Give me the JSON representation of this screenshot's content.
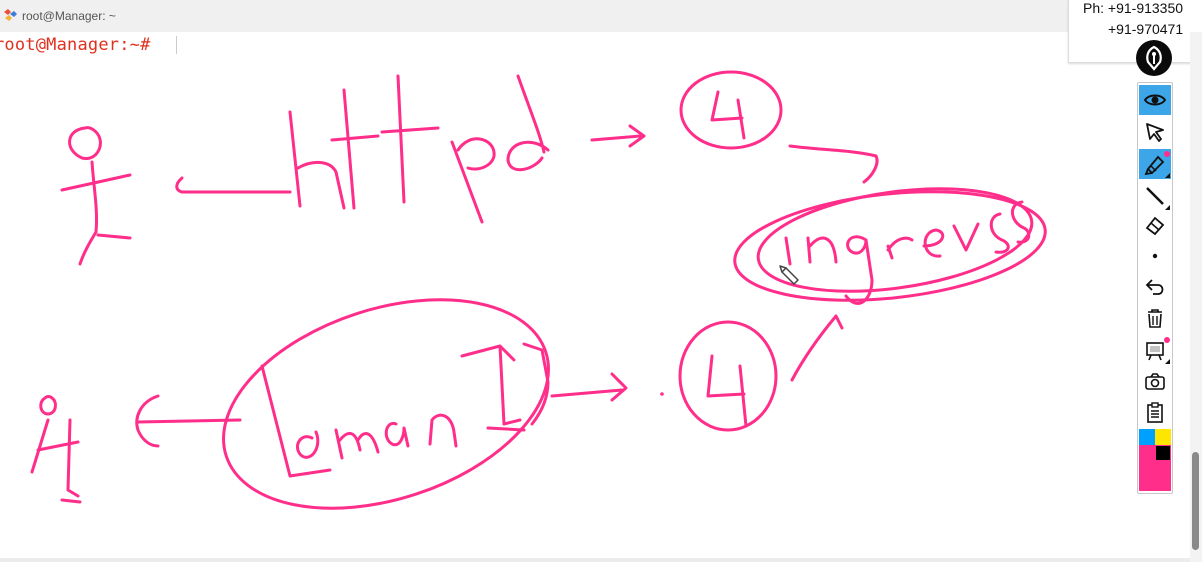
{
  "window": {
    "title": "root@Manager: ~",
    "icon": "terminal-app-icon"
  },
  "terminal": {
    "prompt": "root@Manager:~#"
  },
  "overlay": {
    "phone_line1": "Ph: +91-913350",
    "phone_line2": "+91-970471"
  },
  "annotation_toolbar": {
    "logo": "pen-logo-icon",
    "tools": [
      {
        "name": "eye-icon",
        "active": true
      },
      {
        "name": "pointer-arrow-icon",
        "active": false
      },
      {
        "name": "marker-pen-icon",
        "active": true
      },
      {
        "name": "line-pen-icon",
        "active": false
      },
      {
        "name": "eraser-icon",
        "active": false
      },
      {
        "name": "dot-size-icon",
        "active": false
      },
      {
        "name": "undo-icon",
        "active": false
      },
      {
        "name": "trash-icon",
        "active": false
      },
      {
        "name": "whiteboard-icon",
        "active": false
      },
      {
        "name": "camera-icon",
        "active": false
      },
      {
        "name": "clipboard-icon",
        "active": false
      }
    ],
    "palette": [
      "#00a0ff",
      "#ffe600",
      "#ff2e8a",
      "#000000"
    ]
  },
  "colors": {
    "ink": "#ff2e8a",
    "prompt": "#e0301e",
    "tool_active": "#3da6e8"
  }
}
